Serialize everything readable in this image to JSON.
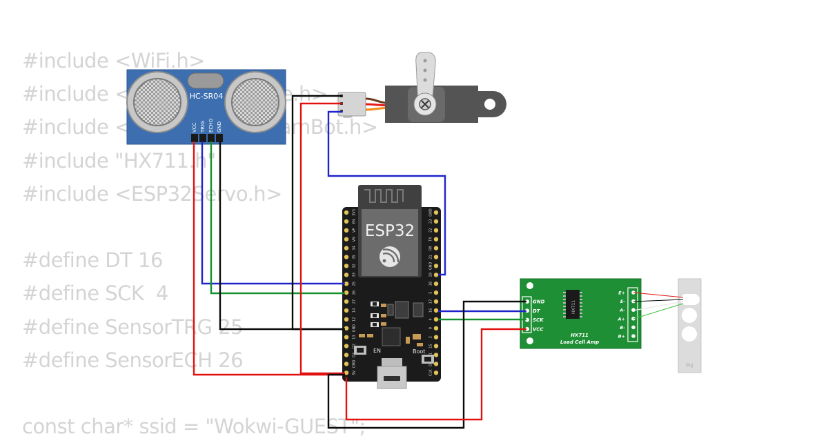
{
  "code_lines": [
    "#include <WiFi.h>",
    "#include <WiFiClientSecure.h>",
    "#include <UniversalTelegramBot.h>",
    "#include \"HX711.h\"",
    "#include <ESP32Servo.h>",
    "",
    "#define DT 16",
    "#define SCK  4",
    "#define SensorTRG 25",
    "#define SensorECH 26",
    "",
    "const char* ssid = \"Wokwi-GUEST\";"
  ],
  "ultrasonic": {
    "model": "HC-SR04",
    "pins": [
      "VCC",
      "TRIG",
      "ECHO",
      "GND"
    ]
  },
  "esp32": {
    "chip_label": "ESP32",
    "left_pins": [
      "3V3",
      "EN",
      "VP",
      "VN",
      "34",
      "35",
      "32",
      "33",
      "25",
      "26",
      "27",
      "14",
      "12",
      "GND",
      "13",
      "D2",
      "D3",
      "CMD",
      "5V"
    ],
    "right_pins": [
      "GND",
      "23",
      "22",
      "TX",
      "RX",
      "21",
      "GND",
      "19",
      "18",
      "5",
      "17",
      "16",
      "4",
      "0",
      "2",
      "15",
      "D1",
      "D0",
      "CLK"
    ],
    "en_button_label": "EN",
    "boot_button_label": "Boot"
  },
  "hx711": {
    "chip_label": "HX711",
    "title": "HX711",
    "subtitle": "Load Cell Amp",
    "left_pins": [
      "GND",
      "DT",
      "SCK",
      "VCC"
    ],
    "right_pins": [
      "E+",
      "E-",
      "A-",
      "A+",
      "B-",
      "B+"
    ]
  },
  "load_cell": {
    "label": "5kg"
  },
  "wire_colors": {
    "power": "#e0110f",
    "ground": "#0a0a0a",
    "trig": "#1e24c9",
    "echo": "#14912c",
    "servo_signal": "#1e24c9"
  }
}
